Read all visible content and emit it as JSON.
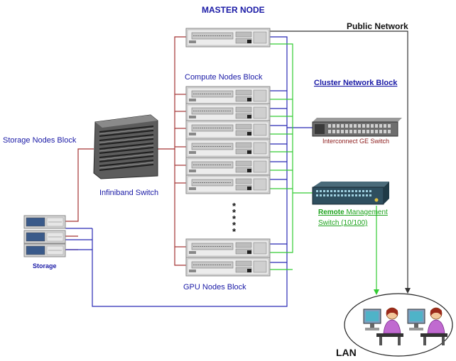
{
  "labels": {
    "master_node": "MASTER NODE",
    "public_network": "Public Network",
    "compute_block": "Compute Nodes Block",
    "cluster_block": "Cluster Network Block",
    "storage_block": "Storage Nodes Block",
    "infiniband": "Infiniband Switch",
    "interconnect": "Interconnect GE Switch",
    "remote_word": "Remote",
    "remote_rest1": " Management",
    "remote_rest2": "Switch (10/100)",
    "storage": "Storage",
    "gpu_block": "GPU Nodes Block",
    "lan": "LAN",
    "dots": [
      "*",
      "*",
      "*",
      "*",
      "*"
    ]
  },
  "colors": {
    "red_link": "#a33333",
    "blue_link": "#2828b4",
    "green_link": "#33cc33",
    "label_blue": "#1a1aa6"
  },
  "icons": {
    "server": "rack-server-icon",
    "infiniband": "infiniband-switch-icon",
    "ge_switch": "ge-switch-icon",
    "mgmt_switch": "management-switch-icon",
    "workstation": "user-workstation-icon"
  }
}
